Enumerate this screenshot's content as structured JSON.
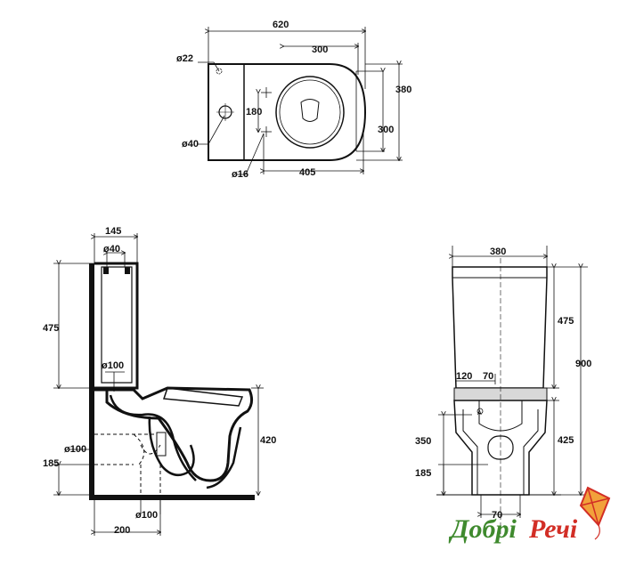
{
  "top_view": {
    "width_620": "620",
    "depth_300_top": "300",
    "depth_380": "380",
    "depth_300_right": "300",
    "depth_405": "405",
    "hole_180": "180",
    "dia_22": "ø22",
    "dia_40": "ø40",
    "dia_16": "ø16"
  },
  "side_view": {
    "dim_145": "145",
    "dia_40": "ø40",
    "tank_475": "475",
    "dia_100_outlet": "ø100",
    "height_420": "420",
    "dia_100_wall": "ø100",
    "height_185": "185",
    "dia_100_floor": "ø100",
    "dist_200": "200"
  },
  "front_view": {
    "width_380": "380",
    "tank_475": "475",
    "total_900": "900",
    "offset_120": "120",
    "offset_70": "70",
    "height_350": "350",
    "height_425": "425",
    "height_185": "185",
    "bottom_70": "70"
  },
  "logo": {
    "text": "ДобріРечі",
    "colors": {
      "green": "#3f8a2e",
      "red": "#d22e26",
      "orange": "#f2a13b"
    }
  }
}
